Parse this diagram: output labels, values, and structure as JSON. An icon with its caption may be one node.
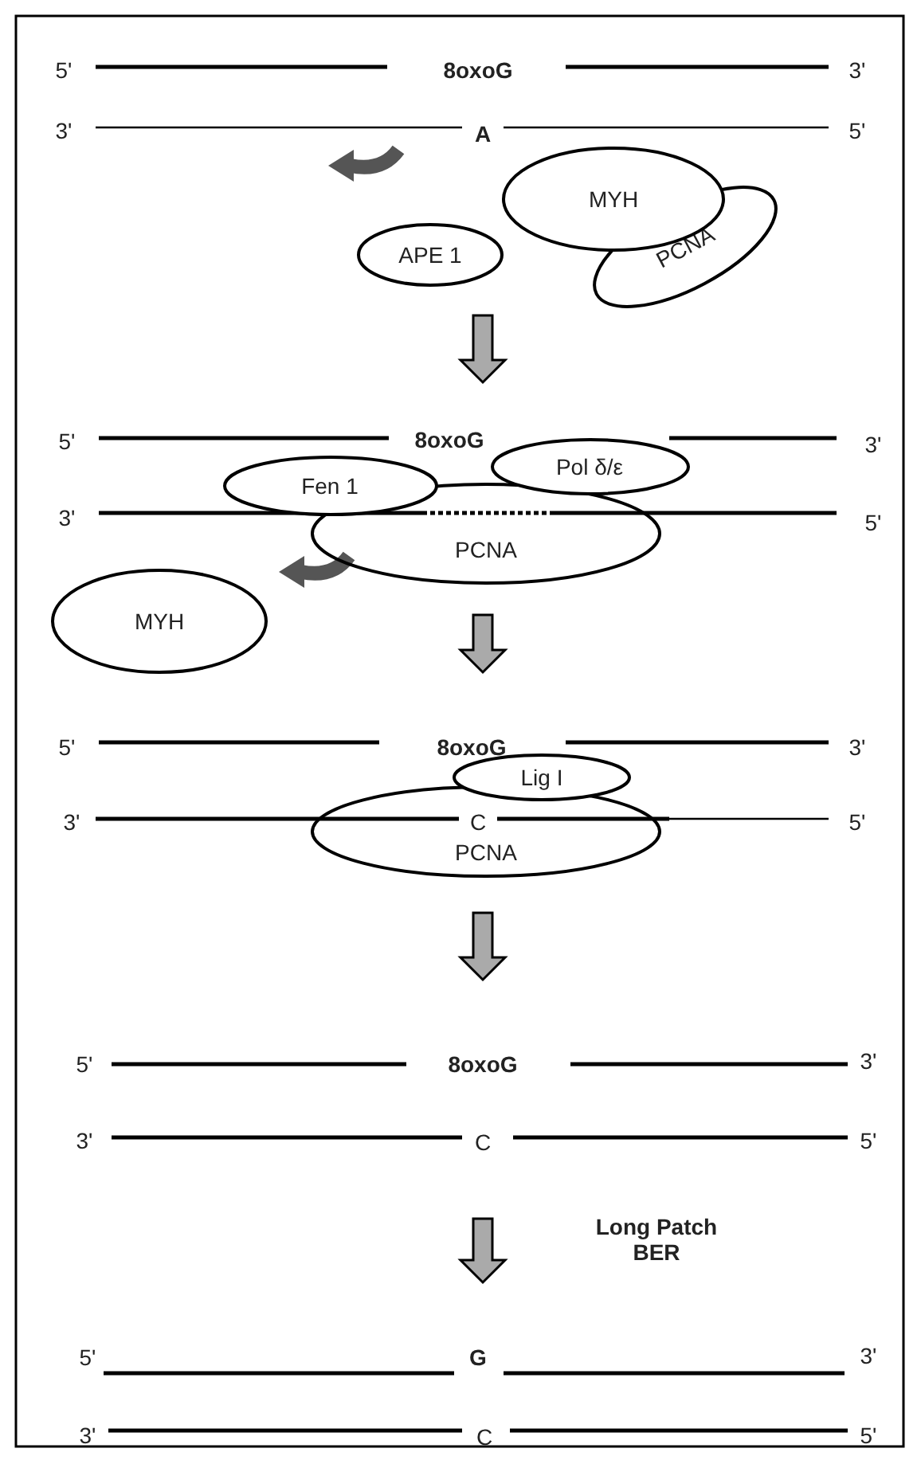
{
  "diagram": {
    "nodes": [
      {
        "text": [
          "MYH"
        ]
      },
      {
        "text": [
          "APE 1"
        ]
      },
      {
        "text": [
          "PCNA"
        ]
      },
      {
        "text": [
          "Pol δ/ε"
        ]
      },
      {
        "text": [
          "Fen 1"
        ]
      },
      {
        "text": [
          "PCNA"
        ]
      },
      {
        "text": [
          "MYH"
        ]
      },
      {
        "text": [
          "Lig I"
        ]
      },
      {
        "text": [
          "PCNA"
        ]
      }
    ],
    "labels": [
      "5'",
      "8oxoG",
      "3'",
      "3'",
      "A",
      "5'",
      "5'",
      "8oxoG",
      "3'",
      "3'",
      "5'",
      "5'",
      "8oxoG",
      "3'",
      "3'",
      "C",
      "5'",
      "5'",
      "8oxoG",
      "3'",
      "3'",
      "C",
      "5'",
      "Long Patch BER",
      "5'",
      "G",
      "3'",
      "3'",
      "C",
      "5'"
    ]
  }
}
